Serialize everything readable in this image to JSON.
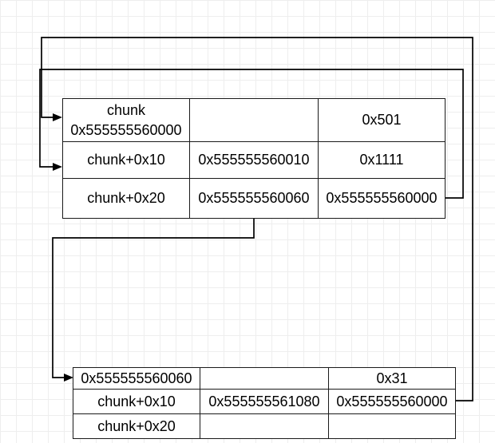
{
  "diagram": {
    "title": "heap-chunk-pointer-diagram",
    "background": {
      "grid_minor_color": "#eeeeee",
      "grid_major_color": "#d8d8d8",
      "page_color": "#ffffff"
    },
    "line_color": "#000000",
    "tables": [
      {
        "id": "top-chunk",
        "rows": [
          {
            "label_line1": "chunk",
            "label_line2": "0x555555560000",
            "middle": "",
            "right": "0x501"
          },
          {
            "label_line1": "chunk+0x10",
            "label_line2": "",
            "middle": "0x555555560010",
            "right": "0x1111"
          },
          {
            "label_line1": "chunk+0x20",
            "label_line2": "",
            "middle": "0x555555560060",
            "right": "0x555555560000"
          }
        ]
      },
      {
        "id": "bottom-chunk",
        "rows": [
          {
            "label_line1": "0x555555560060",
            "label_line2": "",
            "middle": "",
            "right": "0x31"
          },
          {
            "label_line1": "chunk+0x10",
            "label_line2": "",
            "middle": "0x555555561080",
            "right": "0x555555560000"
          },
          {
            "label_line1": "chunk+0x20",
            "label_line2": "",
            "middle": "",
            "right": ""
          }
        ]
      }
    ],
    "connectors": [
      {
        "name": "bottom-right-to-top-first-row",
        "from": "bottom-chunk.row2.right",
        "to": "top-chunk.row1.left"
      },
      {
        "name": "top-row3-right-to-top-second-row",
        "from": "top-chunk.row3.right",
        "to": "top-chunk.row2.left"
      },
      {
        "name": "top-row3-middle-to-bottom-first-row",
        "from": "top-chunk.row3.middle",
        "to": "bottom-chunk.row1.left"
      }
    ]
  }
}
